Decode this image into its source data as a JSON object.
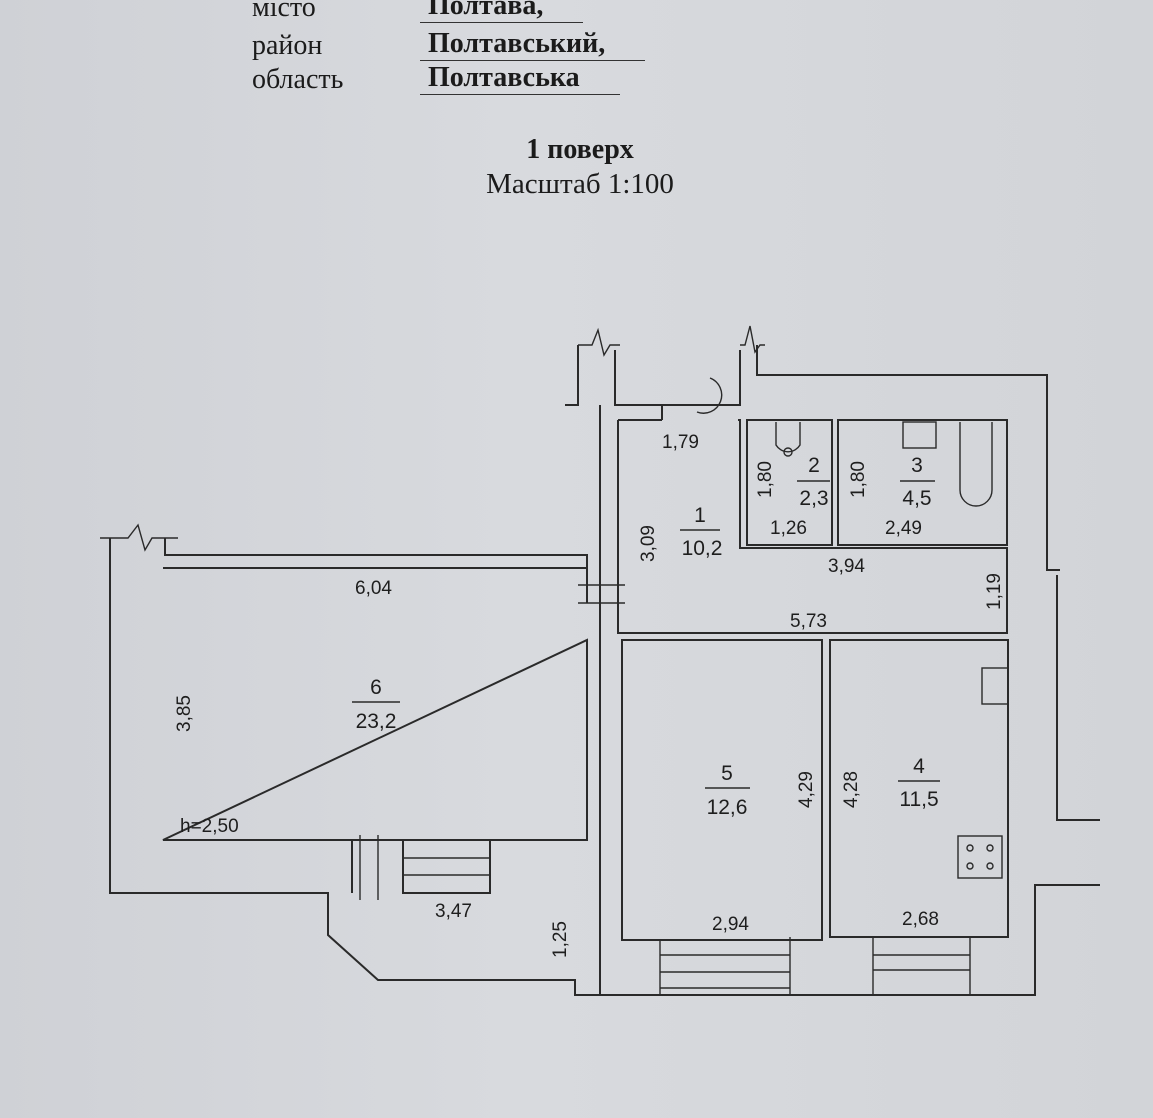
{
  "header": {
    "rows": [
      {
        "label": "місто",
        "value": "Полтава,"
      },
      {
        "label": "район",
        "value": "Полтавський,"
      },
      {
        "label": "область",
        "value": "Полтавська"
      }
    ],
    "floor": "1 поверх",
    "scale": "Масштаб 1:100"
  },
  "rooms": [
    {
      "number": "1",
      "area": "10,2"
    },
    {
      "number": "2",
      "area": "2,3"
    },
    {
      "number": "3",
      "area": "4,5"
    },
    {
      "number": "4",
      "area": "11,5"
    },
    {
      "number": "5",
      "area": "12,6"
    },
    {
      "number": "6",
      "area": "23,2"
    }
  ],
  "dimensions": {
    "r1_width": "1,79",
    "r1_height": "3,09",
    "r2_height": "1,80",
    "r2_width": "1,26",
    "r3_height": "1,80",
    "r3_width": "2,49",
    "corridor_width": "3,94",
    "corridor_height": "1,19",
    "corridor_length": "5,73",
    "r6_width": "6,04",
    "r6_height": "3,85",
    "ceiling_height": "h=2,50",
    "r5_height": "4,29",
    "r5_width": "2,94",
    "r4_height": "4,28",
    "r4_width": "2,68",
    "balcony_width": "3,47",
    "balcony_depth": "1,25"
  }
}
